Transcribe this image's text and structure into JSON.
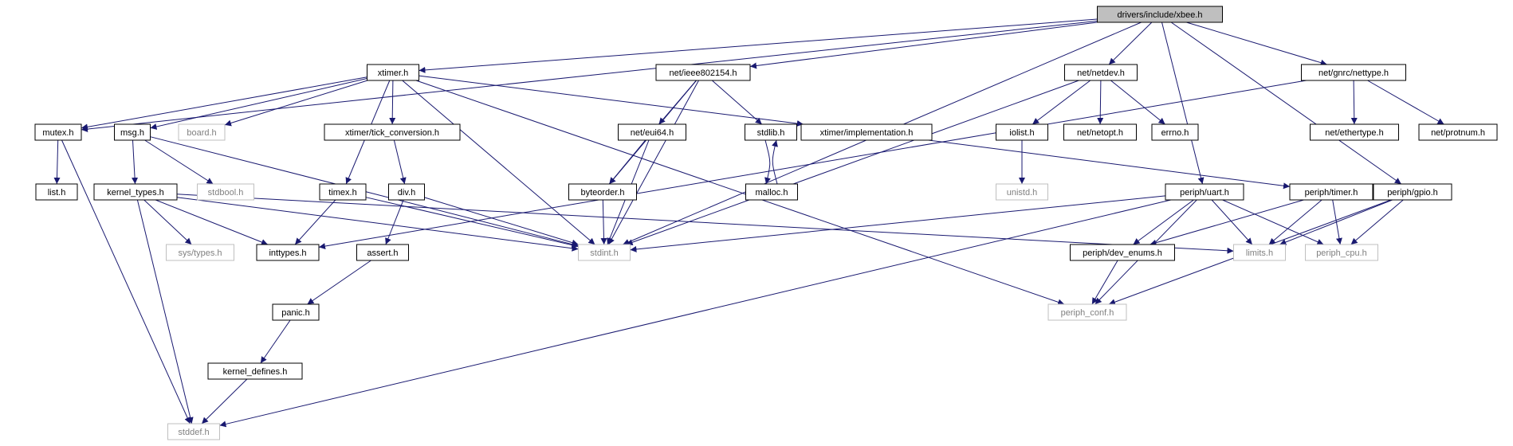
{
  "graph": {
    "root": "drivers/include/xbee.h",
    "nodes": [
      {
        "id": "xbee",
        "label": "drivers/include/xbee.h",
        "style": "root"
      },
      {
        "id": "xtimer",
        "label": "xtimer.h",
        "style": "normal"
      },
      {
        "id": "ieee",
        "label": "net/ieee802154.h",
        "style": "normal"
      },
      {
        "id": "netdev",
        "label": "net/netdev.h",
        "style": "normal"
      },
      {
        "id": "nettype",
        "label": "net/gnrc/nettype.h",
        "style": "normal"
      },
      {
        "id": "mutex",
        "label": "mutex.h",
        "style": "normal"
      },
      {
        "id": "msg",
        "label": "msg.h",
        "style": "normal"
      },
      {
        "id": "board",
        "label": "board.h",
        "style": "missing"
      },
      {
        "id": "tickconv",
        "label": "xtimer/tick_conversion.h",
        "style": "normal"
      },
      {
        "id": "eui64",
        "label": "net/eui64.h",
        "style": "normal"
      },
      {
        "id": "stdlib",
        "label": "stdlib.h",
        "style": "normal"
      },
      {
        "id": "ximpl",
        "label": "xtimer/implementation.h",
        "style": "normal"
      },
      {
        "id": "iolist",
        "label": "iolist.h",
        "style": "normal"
      },
      {
        "id": "netopt",
        "label": "net/netopt.h",
        "style": "normal"
      },
      {
        "id": "errno",
        "label": "errno.h",
        "style": "normal"
      },
      {
        "id": "ethertype",
        "label": "net/ethertype.h",
        "style": "normal"
      },
      {
        "id": "protnum",
        "label": "net/protnum.h",
        "style": "normal"
      },
      {
        "id": "list",
        "label": "list.h",
        "style": "normal"
      },
      {
        "id": "ktypes",
        "label": "kernel_types.h",
        "style": "normal"
      },
      {
        "id": "stdbool",
        "label": "stdbool.h",
        "style": "missing"
      },
      {
        "id": "timex",
        "label": "timex.h",
        "style": "normal"
      },
      {
        "id": "div",
        "label": "div.h",
        "style": "normal"
      },
      {
        "id": "byteorder",
        "label": "byteorder.h",
        "style": "normal"
      },
      {
        "id": "malloc",
        "label": "malloc.h",
        "style": "normal"
      },
      {
        "id": "unistd",
        "label": "unistd.h",
        "style": "missing"
      },
      {
        "id": "puart",
        "label": "periph/uart.h",
        "style": "normal"
      },
      {
        "id": "ptimer",
        "label": "periph/timer.h",
        "style": "normal"
      },
      {
        "id": "pgpio",
        "label": "periph/gpio.h",
        "style": "normal"
      },
      {
        "id": "systypes",
        "label": "sys/types.h",
        "style": "missing"
      },
      {
        "id": "inttypes",
        "label": "inttypes.h",
        "style": "normal"
      },
      {
        "id": "stdint",
        "label": "stdint.h",
        "style": "missing"
      },
      {
        "id": "assert",
        "label": "assert.h",
        "style": "normal"
      },
      {
        "id": "limits",
        "label": "limits.h",
        "style": "missing"
      },
      {
        "id": "pcpu",
        "label": "periph_cpu.h",
        "style": "missing"
      },
      {
        "id": "penums",
        "label": "periph/dev_enums.h",
        "style": "normal"
      },
      {
        "id": "panic",
        "label": "panic.h",
        "style": "normal"
      },
      {
        "id": "pconf",
        "label": "periph_conf.h",
        "style": "missing"
      },
      {
        "id": "kdef",
        "label": "kernel_defines.h",
        "style": "normal"
      },
      {
        "id": "stddef",
        "label": "stddef.h",
        "style": "missing"
      }
    ],
    "edges": [
      [
        "xbee",
        "xtimer"
      ],
      [
        "xbee",
        "ieee"
      ],
      [
        "xbee",
        "netdev"
      ],
      [
        "xbee",
        "nettype"
      ],
      [
        "xbee",
        "mutex"
      ],
      [
        "xbee",
        "stdint"
      ],
      [
        "xbee",
        "puart"
      ],
      [
        "xbee",
        "pgpio"
      ],
      [
        "xtimer",
        "mutex"
      ],
      [
        "xtimer",
        "msg"
      ],
      [
        "xtimer",
        "board"
      ],
      [
        "xtimer",
        "tickconv"
      ],
      [
        "xtimer",
        "timex"
      ],
      [
        "xtimer",
        "stdint"
      ],
      [
        "xtimer",
        "ximpl"
      ],
      [
        "xtimer",
        "pconf"
      ],
      [
        "ieee",
        "eui64"
      ],
      [
        "ieee",
        "byteorder"
      ],
      [
        "ieee",
        "stdlib"
      ],
      [
        "ieee",
        "stdint"
      ],
      [
        "netdev",
        "iolist"
      ],
      [
        "netdev",
        "netopt"
      ],
      [
        "netdev",
        "errno"
      ],
      [
        "netdev",
        "stdint"
      ],
      [
        "nettype",
        "ethertype"
      ],
      [
        "nettype",
        "protnum"
      ],
      [
        "nettype",
        "inttypes"
      ],
      [
        "mutex",
        "list"
      ],
      [
        "mutex",
        "stddef"
      ],
      [
        "msg",
        "ktypes"
      ],
      [
        "msg",
        "stdbool"
      ],
      [
        "msg",
        "stdint"
      ],
      [
        "tickconv",
        "div"
      ],
      [
        "eui64",
        "byteorder"
      ],
      [
        "eui64",
        "stdint"
      ],
      [
        "stdlib",
        "malloc"
      ],
      [
        "malloc",
        "stdlib"
      ],
      [
        "ximpl",
        "ptimer"
      ],
      [
        "iolist",
        "unistd"
      ],
      [
        "ktypes",
        "systypes"
      ],
      [
        "ktypes",
        "inttypes"
      ],
      [
        "ktypes",
        "stdint"
      ],
      [
        "ktypes",
        "limits"
      ],
      [
        "ktypes",
        "stddef"
      ],
      [
        "timex",
        "inttypes"
      ],
      [
        "timex",
        "stdint"
      ],
      [
        "div",
        "assert"
      ],
      [
        "div",
        "stdint"
      ],
      [
        "byteorder",
        "stdint"
      ],
      [
        "puart",
        "stdint"
      ],
      [
        "puart",
        "limits"
      ],
      [
        "puart",
        "pcpu"
      ],
      [
        "puart",
        "penums"
      ],
      [
        "puart",
        "pconf"
      ],
      [
        "puart",
        "stddef"
      ],
      [
        "ptimer",
        "limits"
      ],
      [
        "ptimer",
        "pcpu"
      ],
      [
        "ptimer",
        "penums"
      ],
      [
        "pgpio",
        "limits"
      ],
      [
        "pgpio",
        "pcpu"
      ],
      [
        "pgpio",
        "pconf"
      ],
      [
        "assert",
        "panic"
      ],
      [
        "penums",
        "pconf"
      ],
      [
        "panic",
        "kdef"
      ],
      [
        "kdef",
        "stddef"
      ]
    ]
  },
  "colors": {
    "edge": "#191970",
    "node_border": "#000000",
    "missing_border": "#bfbfbf",
    "root_fill": "#bfbfbf",
    "text": "#000000",
    "missing_text": "#808080"
  }
}
